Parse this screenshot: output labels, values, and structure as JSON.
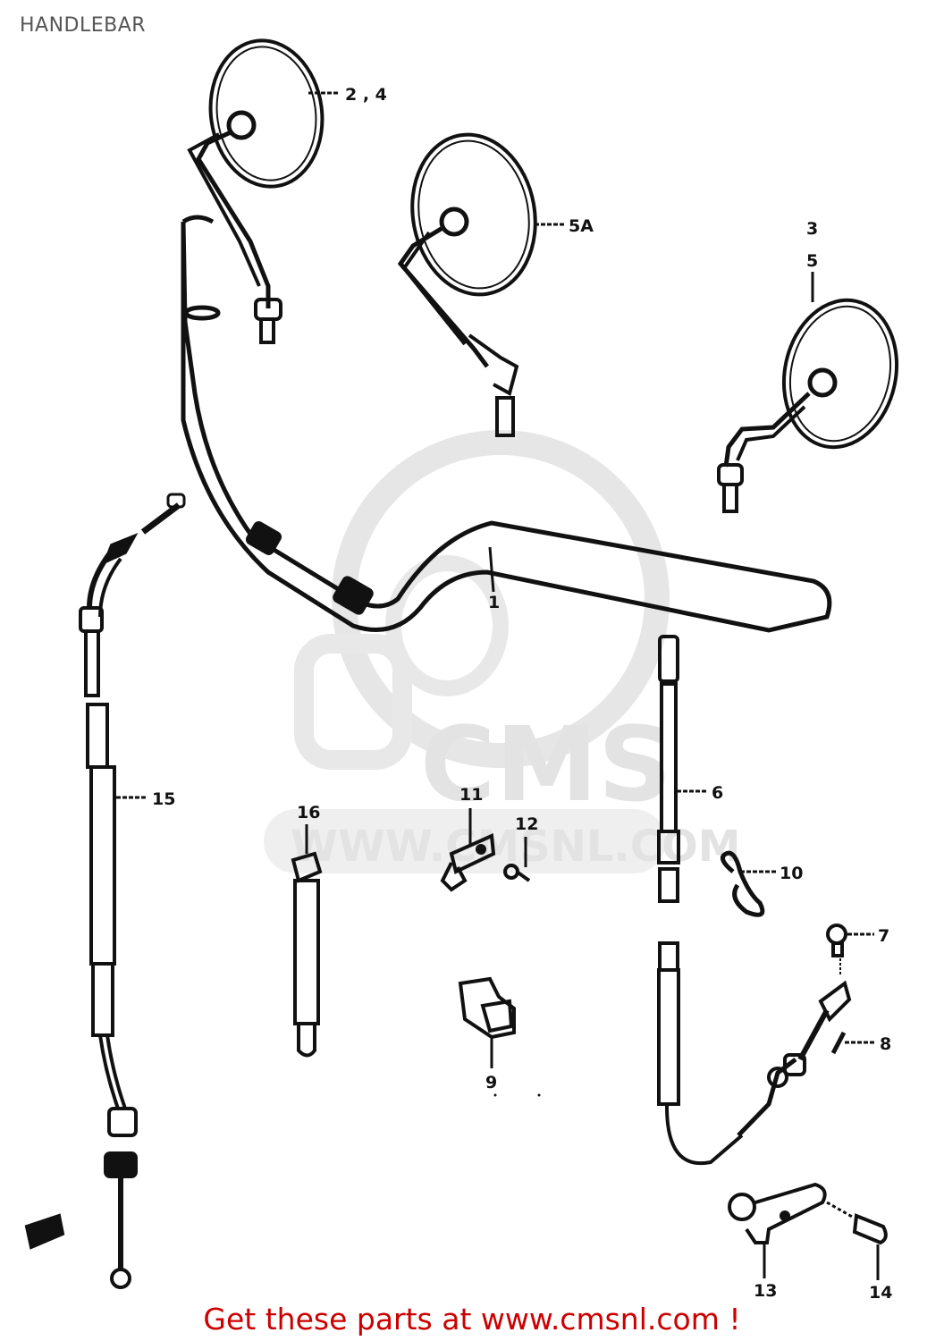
{
  "header": {
    "title": "HANDLEBAR"
  },
  "watermark": {
    "logo_text": "CMS",
    "url_text": "WWW.CMSNL.COM"
  },
  "parts": [
    {
      "id": "1",
      "label": "1",
      "name": "handlebar"
    },
    {
      "id": "2_4",
      "label": "2 , 4",
      "name": "mirror-left"
    },
    {
      "id": "3_5",
      "label": "3\n5",
      "name": "mirror-right"
    },
    {
      "id": "5A",
      "label": "5A",
      "name": "mirror-alt"
    },
    {
      "id": "6",
      "label": "6",
      "name": "clutch-cable"
    },
    {
      "id": "7",
      "label": "7",
      "name": "bolt"
    },
    {
      "id": "8",
      "label": "8",
      "name": "pin"
    },
    {
      "id": "9",
      "label": "9",
      "name": "switch-connector"
    },
    {
      "id": "10",
      "label": "10",
      "name": "clip-spring"
    },
    {
      "id": "11",
      "label": "11",
      "name": "bracket"
    },
    {
      "id": "12",
      "label": "12",
      "name": "screw"
    },
    {
      "id": "13",
      "label": "13",
      "name": "lever-arm"
    },
    {
      "id": "14",
      "label": "14",
      "name": "pin-bolt"
    },
    {
      "id": "15",
      "label": "15",
      "name": "throttle-cable"
    },
    {
      "id": "16",
      "label": "16",
      "name": "cable-guide"
    }
  ],
  "labels": {
    "p1": "1",
    "p2_4": "2 , 4",
    "p3": "3",
    "p5": "5",
    "p5A": "5A",
    "p6": "6",
    "p7": "7",
    "p8": "8",
    "p9": "9",
    "p10": "10",
    "p11": "11",
    "p12": "12",
    "p13": "13",
    "p14": "14",
    "p15": "15",
    "p16": "16"
  },
  "footer": {
    "text": "Get these parts at www.cmsnl.com !",
    "color": "#cc0000"
  }
}
